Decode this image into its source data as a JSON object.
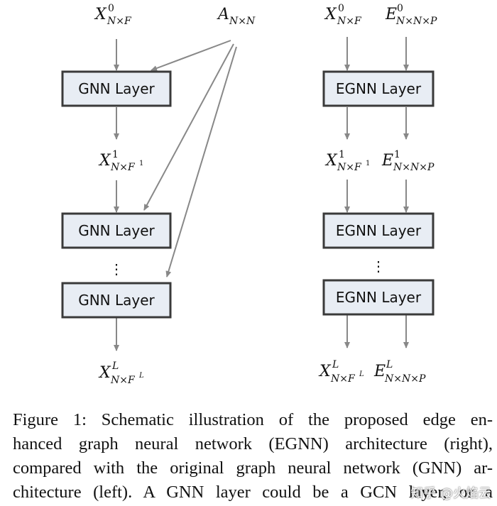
{
  "left": {
    "input_features": {
      "base": "X",
      "sup": "0",
      "sub": "N×F"
    },
    "adjacency": {
      "base": "A",
      "sub": "N×N"
    },
    "layers": [
      "GNN Layer",
      "GNN Layer",
      "GNN Layer"
    ],
    "mid_features": {
      "base": "X",
      "sup": "1",
      "sub": "N×F",
      "subsup": "1"
    },
    "dots": "⋮",
    "output_features": {
      "base": "X",
      "sup": "L",
      "sub": "N×F",
      "subsup": "L"
    }
  },
  "right": {
    "input_features": {
      "base": "X",
      "sup": "0",
      "sub": "N×F"
    },
    "input_edges": {
      "base": "E",
      "sup": "0",
      "sub": "N×N×P"
    },
    "layers": [
      "EGNN Layer",
      "EGNN Layer",
      "EGNN Layer"
    ],
    "mid_features": {
      "base": "X",
      "sup": "1",
      "sub": "N×F",
      "subsup": "1"
    },
    "mid_edges": {
      "base": "E",
      "sup": "1",
      "sub": "N×N×P"
    },
    "dots": "⋮",
    "output_features": {
      "base": "X",
      "sup": "L",
      "sub": "N×F",
      "subsup": "L"
    },
    "output_edges": {
      "base": "E",
      "sup": "L",
      "sub": "N×N×P"
    }
  },
  "caption": {
    "lines": [
      "Figure 1: Schematic illustration of the proposed edge en-",
      "hanced graph neural network (EGNN) architecture (right),",
      "compared with the original graph neural network (GNN) ar-",
      "chitecture (left). A GNN layer could be a GCN layer, or a"
    ]
  },
  "watermark": "知乎 @火焰云",
  "colors": {
    "box_fill": "#e8edf4",
    "box_stroke": "#3a3a3a",
    "arrow": "#888888"
  }
}
